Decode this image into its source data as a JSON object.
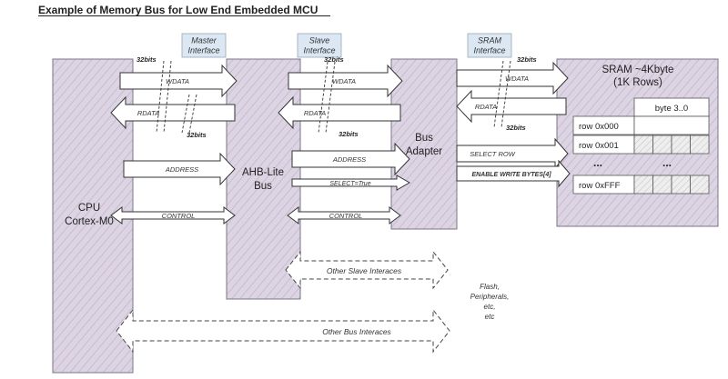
{
  "title": "Example of Memory Bus for Low End Embedded MCU",
  "blocks": {
    "cpu": [
      "CPU",
      "Cortex-M0"
    ],
    "ahb": [
      "AHB-Lite",
      "Bus"
    ],
    "bus_adapter": [
      "Bus",
      "Adapter"
    ],
    "sram": [
      "SRAM ~4Kbyte",
      "(1K Rows)"
    ]
  },
  "interfaces": {
    "master": [
      "Master",
      "Interface"
    ],
    "slave": [
      "Slave",
      "Interface"
    ],
    "sram": [
      "SRAM",
      "Interface"
    ]
  },
  "signals": {
    "wdata": "WDATA",
    "rdata": "RDATA",
    "address": "ADDRESS",
    "control": "CONTROL",
    "select_true": "SELECT=True",
    "select_row": "SELECT ROW",
    "enable_write": "ENABLE WRITE BYTES[4]",
    "bits32": "32bits"
  },
  "sram_table": {
    "byte_header": "byte 3..0",
    "rows": [
      "row 0x000",
      "row 0x001",
      "row 0xFFF"
    ],
    "ellipsis": "..."
  },
  "other_slave": "Other Slave Interaces",
  "other_bus": "Other Bus Interaces",
  "note": [
    "Flash,",
    "Peripherals,",
    "etc,",
    "etc"
  ]
}
